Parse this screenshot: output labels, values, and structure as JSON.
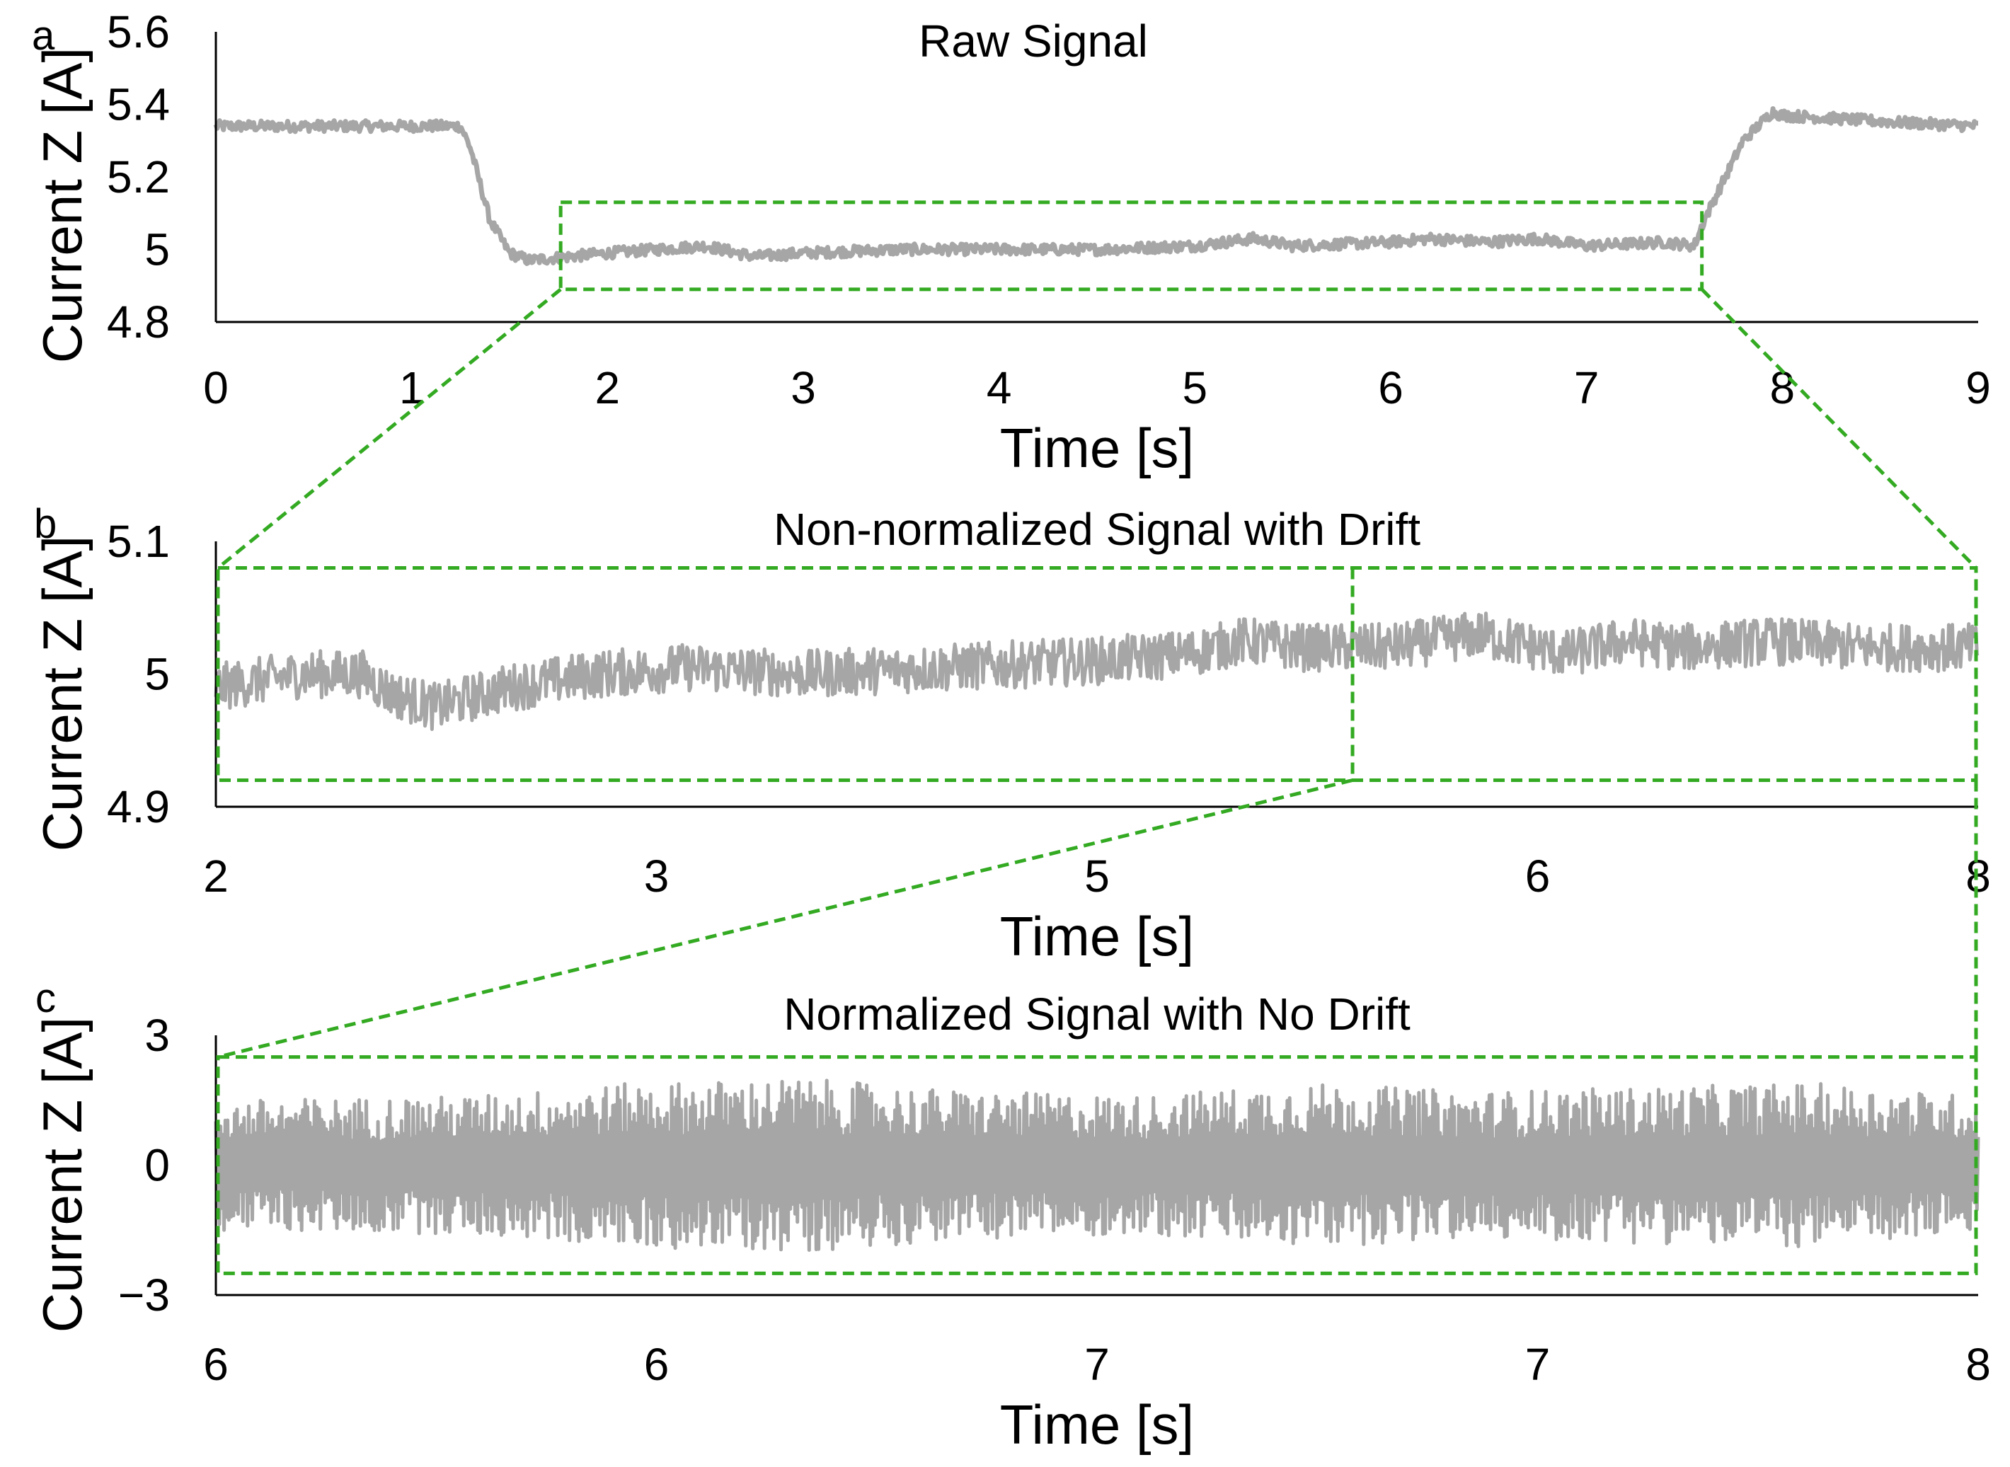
{
  "chart_data": [
    {
      "type": "line",
      "panel_label": "a",
      "title": "Raw Signal",
      "xlabel": "Time [s]",
      "ylabel": "Current Z [A]",
      "xlim": [
        0,
        9
      ],
      "ylim": [
        4.8,
        5.6
      ],
      "x_ticks": [
        "0",
        "1",
        "2",
        "3",
        "4",
        "5",
        "6",
        "7",
        "8",
        "9"
      ],
      "y_ticks": [
        "4.8",
        "5",
        "5.2",
        "5.4",
        "5.6"
      ],
      "grid": false,
      "legend": "none",
      "series": [
        {
          "color": "#a6a6a6",
          "x": [
            0,
            0.5,
            1.0,
            1.25,
            1.3,
            1.4,
            1.5,
            1.6,
            1.8,
            2.0,
            2.5,
            2.75,
            3.0,
            3.5,
            4.0,
            4.5,
            5.0,
            5.3,
            5.5,
            6.0,
            6.2,
            6.5,
            6.75,
            7.0,
            7.4,
            7.55,
            7.6,
            7.8,
            7.95,
            8.0,
            8.3,
            8.6,
            9.0
          ],
          "y": [
            5.34,
            5.34,
            5.34,
            5.34,
            5.28,
            5.08,
            4.99,
            4.97,
            4.98,
            4.99,
            5.01,
            4.98,
            4.99,
            5.0,
            5.0,
            5.0,
            5.01,
            5.03,
            5.01,
            5.02,
            5.03,
            5.02,
            5.03,
            5.01,
            5.02,
            5.01,
            5.08,
            5.3,
            5.38,
            5.37,
            5.36,
            5.35,
            5.34
          ],
          "noise_amplitude": 0.015
        }
      ],
      "highlight_box": {
        "color": "#33aa22",
        "x": [
          1.75,
          7.6
        ],
        "y": [
          4.89,
          5.13
        ]
      }
    },
    {
      "type": "line",
      "panel_label": "b",
      "title": "Non-normalized Signal with Drift",
      "xlabel": "Time [s]",
      "ylabel": "Current Z [A]",
      "xlim": [
        2,
        8
      ],
      "ylim": [
        4.9,
        5.1
      ],
      "x_ticks": [
        "2",
        "3",
        "5",
        "6",
        "8"
      ],
      "y_ticks": [
        "4.9",
        "5",
        "5.1"
      ],
      "grid": false,
      "legend": "none",
      "series": [
        {
          "color": "#a6a6a6",
          "x": [
            2.0,
            2.3,
            2.5,
            2.6,
            2.75,
            3.0,
            3.3,
            3.6,
            4.0,
            4.5,
            5.0,
            5.3,
            5.5,
            5.7,
            6.0,
            6.3,
            6.6,
            6.8,
            7.0,
            7.3,
            7.6,
            8.0
          ],
          "y": [
            4.99,
            5.0,
            5.0,
            4.985,
            4.975,
            4.99,
            5.0,
            5.005,
            5.0,
            5.005,
            5.01,
            5.015,
            5.025,
            5.02,
            5.02,
            5.03,
            5.015,
            5.025,
            5.02,
            5.025,
            5.02,
            5.02
          ],
          "noise_amplitude": 0.018
        }
      ],
      "highlight_box": {
        "color": "#33aa22",
        "x": [
          2.0,
          8.0
        ],
        "y": [
          4.92,
          5.08
        ],
        "divider_x": 5.87
      }
    },
    {
      "type": "line",
      "panel_label": "c",
      "title": "Normalized Signal with No Drift",
      "xlabel": "Time [s]",
      "ylabel": "Current Z [A]",
      "xlim": [
        5.9,
        8.0
      ],
      "ylim": [
        -3,
        3
      ],
      "x_ticks": [
        "6",
        "6",
        "7",
        "7",
        "8"
      ],
      "y_ticks": [
        "−3",
        "0",
        "3"
      ],
      "grid": false,
      "legend": "none",
      "series": [
        {
          "color": "#a6a6a6",
          "x": [
            5.9,
            6.2,
            6.4,
            6.6,
            6.8,
            7.0,
            7.2,
            7.4,
            7.6,
            7.8,
            8.0
          ],
          "y": [
            0,
            0,
            0,
            0,
            0,
            0,
            0,
            0,
            0,
            0,
            0
          ],
          "oscillation_amplitude": [
            1.5,
            1.6,
            1.9,
            2.0,
            1.7,
            1.6,
            1.9,
            1.7,
            1.8,
            1.9,
            1.6
          ]
        }
      ],
      "highlight_box": {
        "color": "#33aa22",
        "x": [
          5.9,
          8.0
        ],
        "y": [
          -2.5,
          2.5
        ]
      }
    }
  ]
}
